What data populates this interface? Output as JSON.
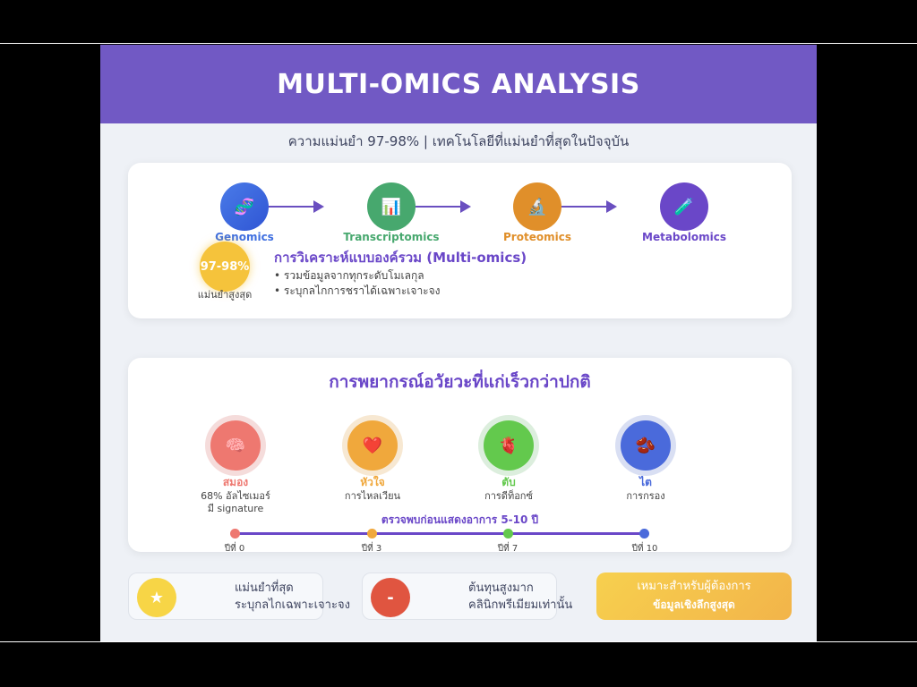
{
  "header": {
    "title": "MULTI-OMICS ANALYSIS",
    "subtitle": "ความแม่นยำ 97-98% | เทคโนโลยีที่แม่นยำที่สุดในปัจจุบัน"
  },
  "pipeline": {
    "steps": [
      {
        "label": "Genomics",
        "icon": "dna-icon",
        "color": "#3f6fe0"
      },
      {
        "label": "Transcriptomics",
        "icon": "chart-icon",
        "color": "#47a86e"
      },
      {
        "label": "Proteomics",
        "icon": "microscope-icon",
        "color": "#e08f2a"
      },
      {
        "label": "Metabolomics",
        "icon": "flask-icon",
        "color": "#6a47c8"
      }
    ],
    "accuracy": "97-98%",
    "accuracy_caption": "แม่นยำสูงสุด",
    "title": "การวิเคราะห์แบบองค์รวม (Multi-omics)",
    "bullets": [
      "รวมข้อมูลจากทุกระดับโมเลกุล",
      "ระบุกลไกการชราได้เฉพาะเจาะจง"
    ]
  },
  "organs": {
    "title": "การพยากรณ์อวัยวะที่แก่เร็วกว่าปกติ",
    "items": [
      {
        "name": "สมอง",
        "desc1": "68% อัลไซเมอร์",
        "desc2": "มี signature",
        "icon": "brain-icon",
        "color": "#ee7870"
      },
      {
        "name": "หัวใจ",
        "desc1": "การไหลเวียน",
        "desc2": "",
        "icon": "heart-icon",
        "color": "#f0a83c"
      },
      {
        "name": "ตับ",
        "desc1": "การดีท็อกซ์",
        "desc2": "",
        "icon": "liver-icon",
        "color": "#63c94d"
      },
      {
        "name": "ไต",
        "desc1": "การกรอง",
        "desc2": "",
        "icon": "kidney-icon",
        "color": "#4a6adb"
      }
    ],
    "timeline_title": "ตรวจพบก่อนแสดงอาการ 5-10 ปี",
    "timeline": [
      "ปีที่ 0",
      "ปีที่ 3",
      "ปีที่ 7",
      "ปีที่ 10"
    ]
  },
  "footer": {
    "pro": {
      "symbol": "★",
      "line1": "แม่นยำที่สุด",
      "line2": "ระบุกลไกเฉพาะเจาะจง"
    },
    "con": {
      "symbol": "-",
      "line1": "ต้นทุนสูงมาก",
      "line2": "คลินิกพรีเมียมเท่านั้น"
    },
    "cta": {
      "line1": "เหมาะสำหรับผู้ต้องการ",
      "line2": "ข้อมูลเชิงลึกสูงสุด"
    }
  }
}
